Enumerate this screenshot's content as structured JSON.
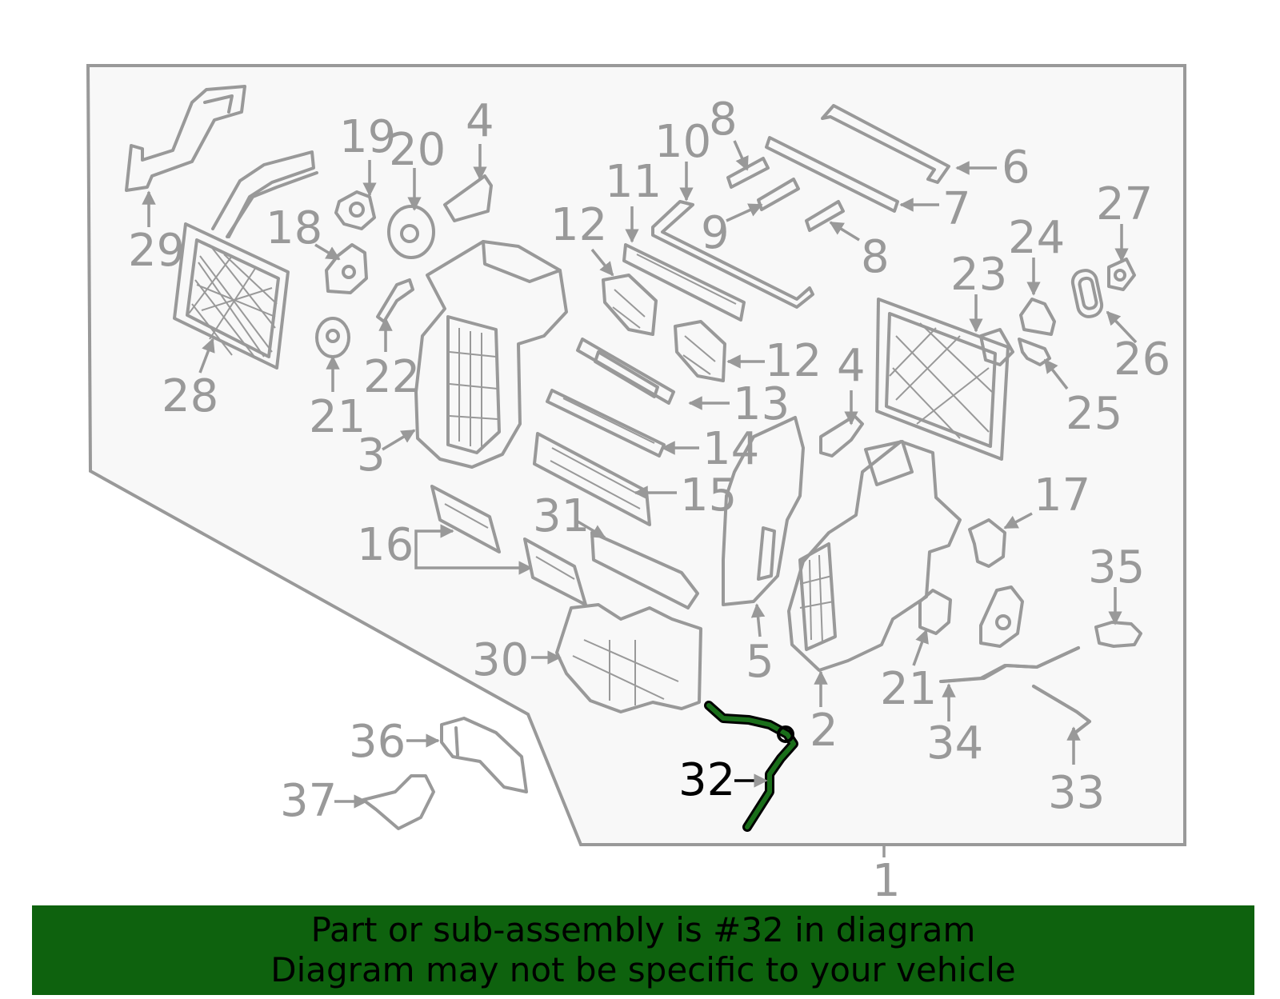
{
  "colors": {
    "line": "#999999",
    "panel": "#f8f8f8",
    "highlight": "#1a6e1a",
    "banner": "#0e620e",
    "text": "#000000"
  },
  "highlighted_part": "32",
  "callouts": {
    "c1": "1",
    "c2": "2",
    "c3": "3",
    "c4a": "4",
    "c4b": "4",
    "c5": "5",
    "c6": "6",
    "c7": "7",
    "c8a": "8",
    "c8b": "8",
    "c9": "9",
    "c10": "10",
    "c11": "11",
    "c12a": "12",
    "c12b": "12",
    "c13": "13",
    "c14": "14",
    "c15": "15",
    "c16": "16",
    "c17": "17",
    "c18": "18",
    "c19": "19",
    "c20": "20",
    "c21a": "21",
    "c21b": "21",
    "c22": "22",
    "c23": "23",
    "c24": "24",
    "c25": "25",
    "c26": "26",
    "c27": "27",
    "c28": "28",
    "c29": "29",
    "c30": "30",
    "c31": "31",
    "c32": "32",
    "c33": "33",
    "c34": "34",
    "c35": "35",
    "c36": "36",
    "c37": "37"
  },
  "banner": {
    "line1": "Part or sub-assembly is #32 in diagram",
    "line2": "Diagram may not be specific to your vehicle"
  }
}
